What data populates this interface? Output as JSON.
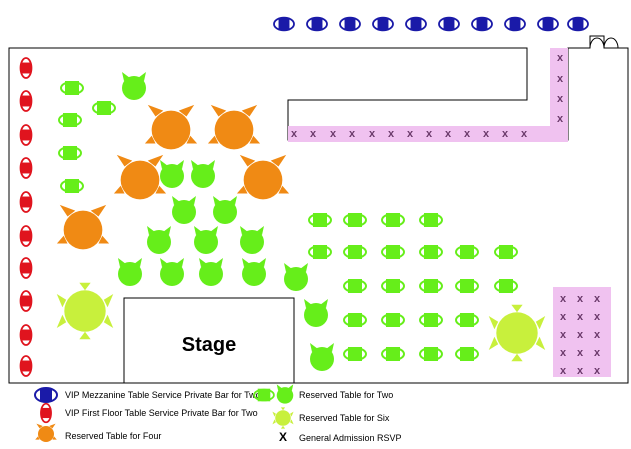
{
  "stage_label": "Stage",
  "legend": {
    "vip_mezzanine": "VIP Mezzanine Table Service Private Bar for Two",
    "vip_first_floor": "VIP First Floor Table Service Private Bar for Two",
    "four": "Reserved Table for Four",
    "two": "Reserved Table for Two",
    "six": "Reserved Table for Six",
    "ga": "General Admission RSVP"
  },
  "ga_marker": "X",
  "colors": {
    "vip_mezzanine": "#1a1aa8",
    "vip_first_floor": "#e0141e",
    "four": "#f08a14",
    "two": "#66ee1a",
    "six": "#c8f03c",
    "ga_zone": "#f0c2f0",
    "outline": "#000000"
  }
}
